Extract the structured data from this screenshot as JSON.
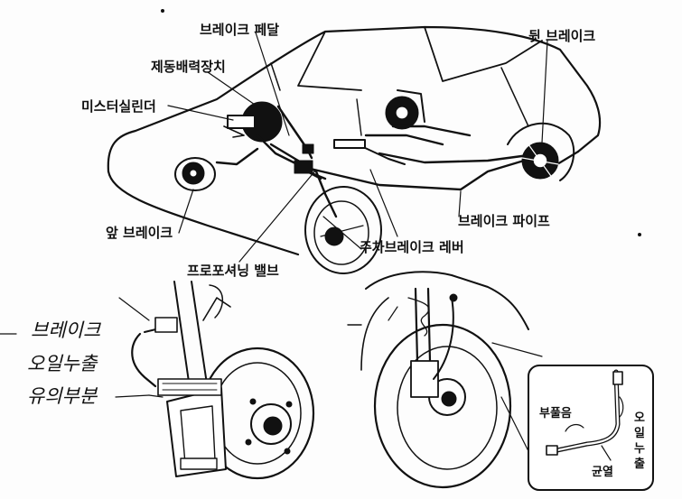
{
  "labels": {
    "brake_pedal": "브레이크 페달",
    "brake_booster": "제동배력장치",
    "master_cylinder": "미스터실린더",
    "rear_brake": "뒷 브레이크",
    "front_brake": "앞 브레이크",
    "brake_pipe": "브레이크 파이프",
    "parking_brake_lever": "주차브레이크 레버",
    "proportioning_valve": "프로포셔닝 밸브",
    "swelling": "부풀음",
    "crack": "균열",
    "oil_leak": "오일누출"
  },
  "handwriting": {
    "line1": "브레이크",
    "line2": "오일누출",
    "line3": "유의부분"
  }
}
